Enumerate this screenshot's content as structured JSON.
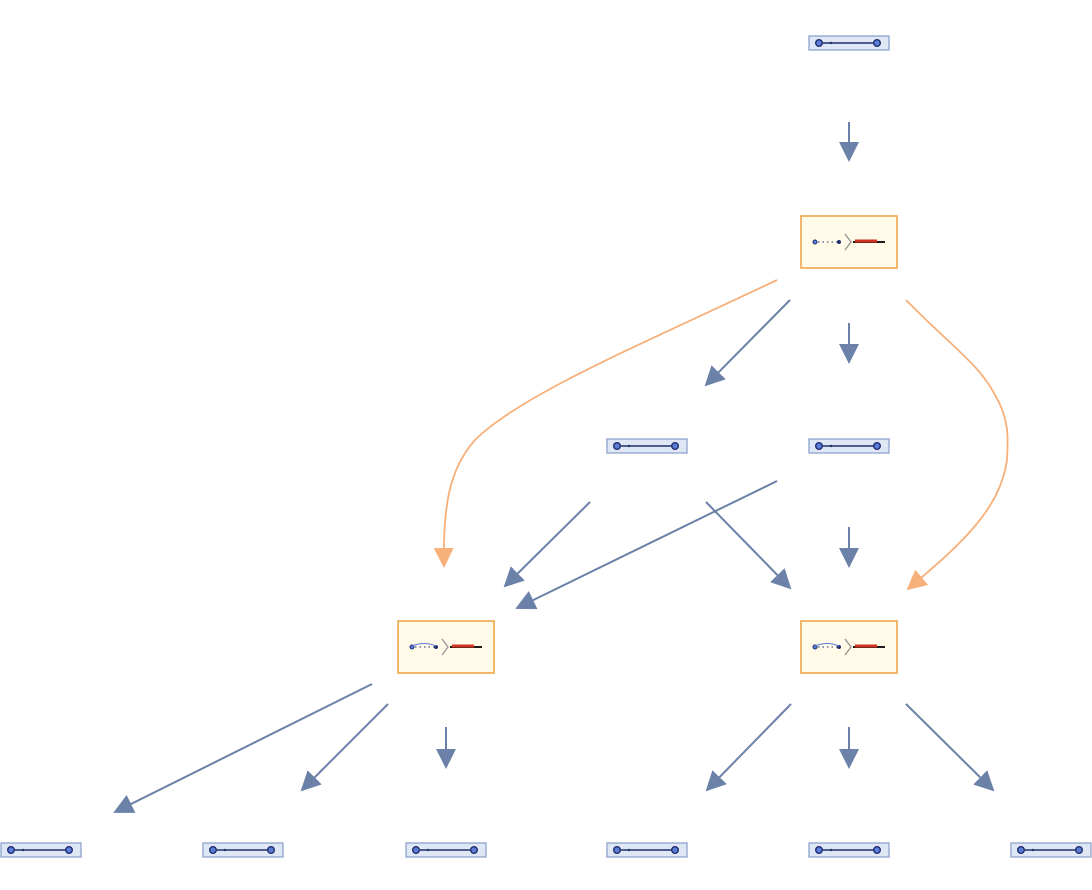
{
  "colors": {
    "background": "#ffffff",
    "state_fill": "#dfe6f5",
    "state_border": "#8ea3cc",
    "node_dark": "#1f2f6b",
    "node_fill": "#5b7bd8",
    "edge_blue": "#6b81a8",
    "event_fill": "#fffbe8",
    "event_border": "#f0a64a",
    "edge_orange": "#f7b07a",
    "rule_red": "#d0321e",
    "rule_black": "#1b1b1b"
  },
  "nodes": [
    {
      "id": "state-top",
      "kind": "state"
    },
    {
      "id": "event-1",
      "kind": "event"
    },
    {
      "id": "state-mid-left",
      "kind": "state"
    },
    {
      "id": "state-mid-right",
      "kind": "state"
    },
    {
      "id": "event-2",
      "kind": "event"
    },
    {
      "id": "event-3",
      "kind": "event"
    },
    {
      "id": "state-bottom-1",
      "kind": "state"
    },
    {
      "id": "state-bottom-2",
      "kind": "state"
    },
    {
      "id": "state-bottom-3",
      "kind": "state"
    },
    {
      "id": "state-bottom-4",
      "kind": "state"
    },
    {
      "id": "state-bottom-5",
      "kind": "state"
    },
    {
      "id": "state-bottom-6",
      "kind": "state"
    }
  ],
  "edges": [
    {
      "from": "state-top",
      "to": "event-1",
      "kind": "state-to-event"
    },
    {
      "from": "event-1",
      "to": "state-mid-left",
      "kind": "event-to-state"
    },
    {
      "from": "event-1",
      "to": "state-mid-right",
      "kind": "event-to-state"
    },
    {
      "from": "event-1",
      "to": "event-2",
      "kind": "causal"
    },
    {
      "from": "event-1",
      "to": "event-3",
      "kind": "causal"
    },
    {
      "from": "state-mid-left",
      "to": "event-2",
      "kind": "state-to-event"
    },
    {
      "from": "state-mid-left",
      "to": "event-3",
      "kind": "state-to-event"
    },
    {
      "from": "state-mid-right",
      "to": "event-2",
      "kind": "state-to-event"
    },
    {
      "from": "state-mid-right",
      "to": "event-3",
      "kind": "state-to-event"
    },
    {
      "from": "event-2",
      "to": "state-bottom-1",
      "kind": "event-to-state"
    },
    {
      "from": "event-2",
      "to": "state-bottom-2",
      "kind": "event-to-state"
    },
    {
      "from": "event-2",
      "to": "state-bottom-3",
      "kind": "event-to-state"
    },
    {
      "from": "event-3",
      "to": "state-bottom-4",
      "kind": "event-to-state"
    },
    {
      "from": "event-3",
      "to": "state-bottom-5",
      "kind": "event-to-state"
    },
    {
      "from": "event-3",
      "to": "state-bottom-6",
      "kind": "event-to-state"
    }
  ]
}
